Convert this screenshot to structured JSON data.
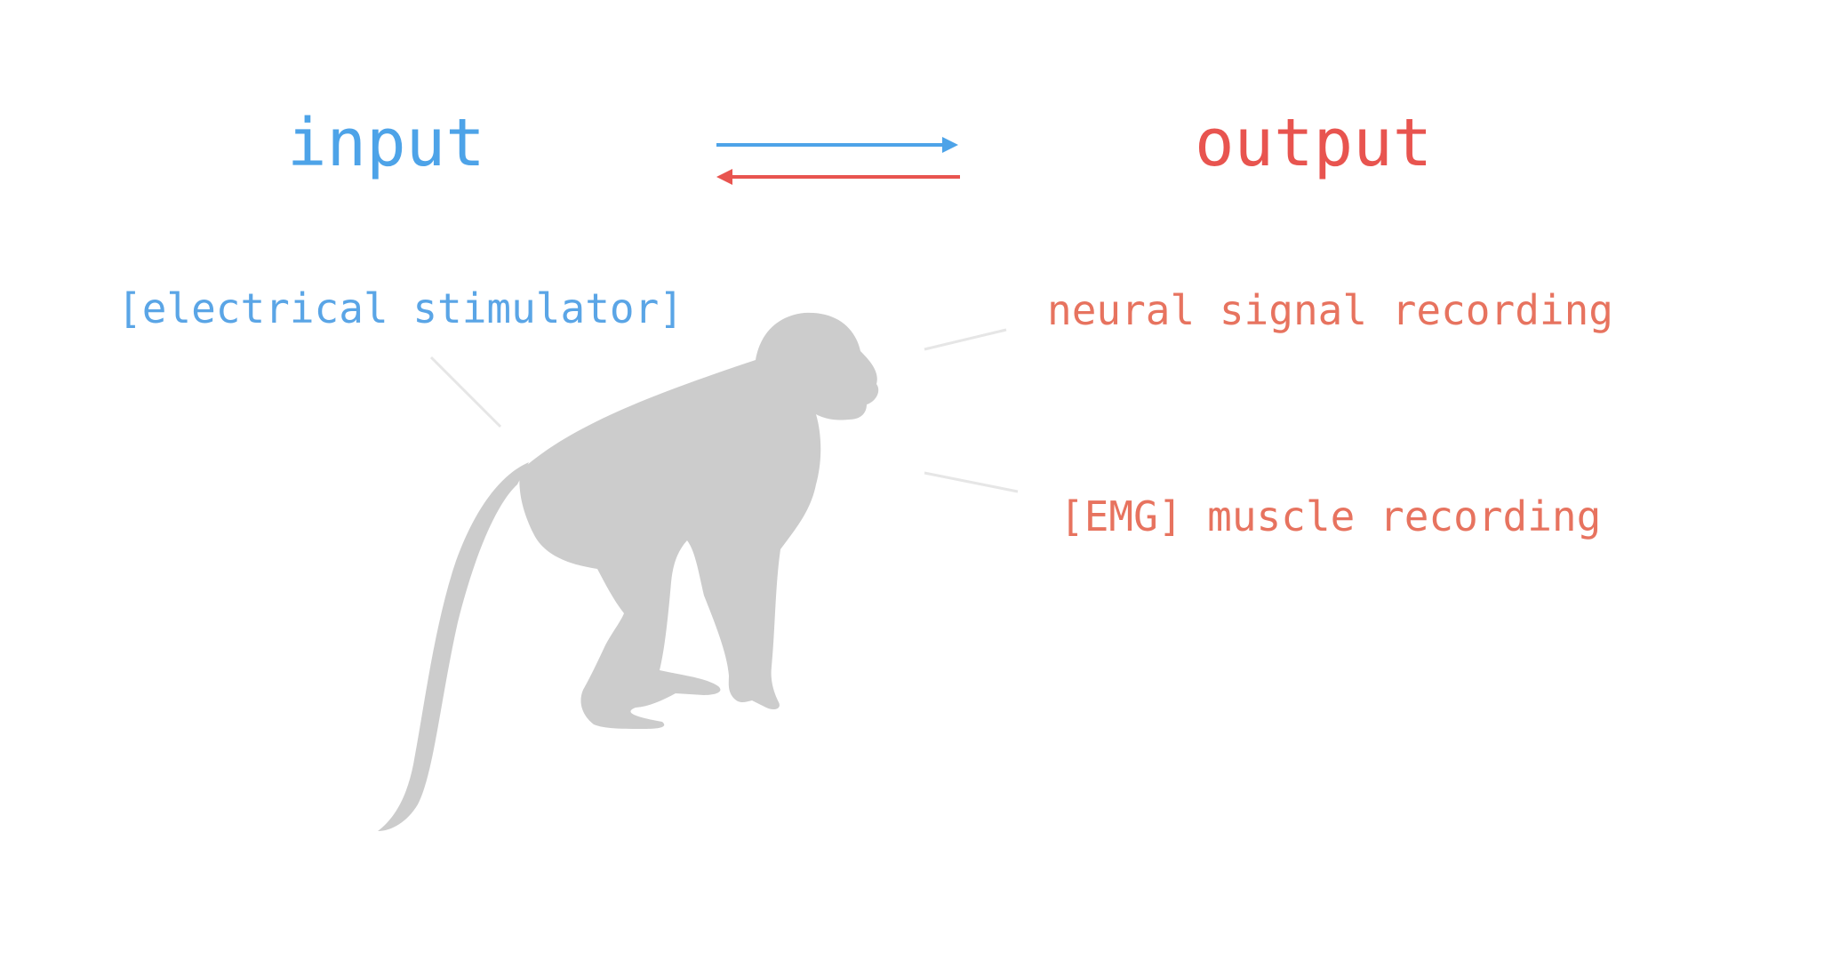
{
  "diagram": {
    "input_title": "input",
    "output_title": "output",
    "labels": {
      "stimulator": "[electrical stimulator]",
      "neural": "neural signal recording",
      "emg": "[EMG] muscle recording"
    },
    "colors": {
      "input": "#4da3e8",
      "output": "#e8544f",
      "output_label": "#e7735f",
      "silhouette": "#cccccc",
      "leader_line": "#e6e6e6",
      "background": "#ffffff"
    },
    "icons": {
      "figure": "monkey-silhouette",
      "forward_arrow": "arrow-right",
      "backward_arrow": "arrow-left"
    }
  }
}
